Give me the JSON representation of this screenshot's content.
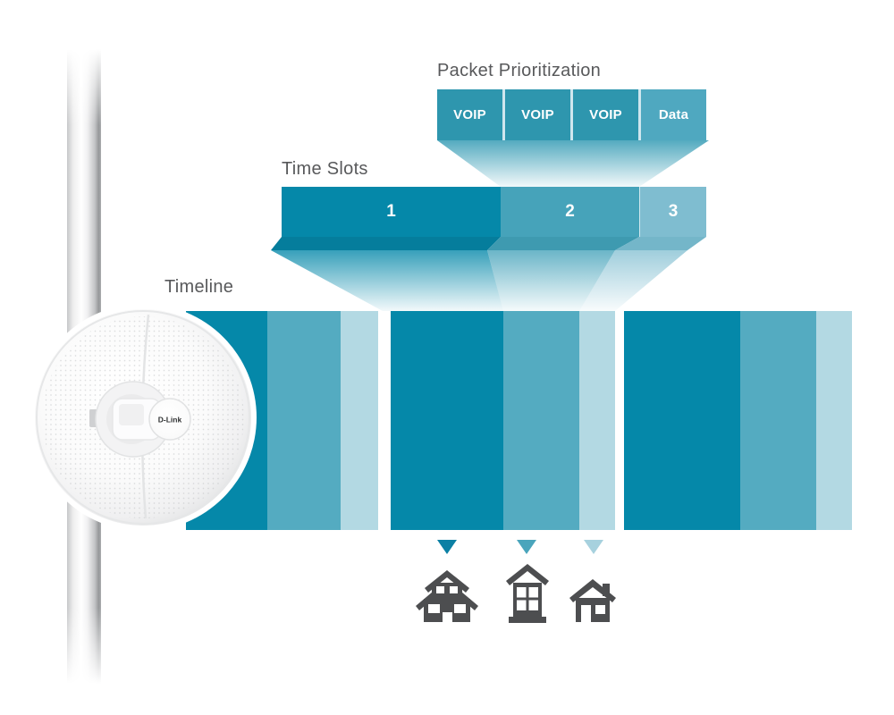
{
  "labels": {
    "packet_prioritization": "Packet Prioritization",
    "time_slots": "Time Slots",
    "timeline": "Timeline"
  },
  "packet_boxes": [
    {
      "label": "VOIP",
      "kind": "voip"
    },
    {
      "label": "VOIP",
      "kind": "voip"
    },
    {
      "label": "VOIP",
      "kind": "voip"
    },
    {
      "label": "Data",
      "kind": "data"
    }
  ],
  "time_slots": [
    {
      "label": "1",
      "shade": "dark"
    },
    {
      "label": "2",
      "shade": "medium"
    },
    {
      "label": "3",
      "shade": "light"
    }
  ],
  "timeline": {
    "groups": [
      {
        "segments": [
          "dark",
          "medium",
          "light"
        ]
      },
      {
        "segments": [
          "dark",
          "medium",
          "light"
        ]
      },
      {
        "segments": [
          "dark",
          "medium",
          "light"
        ]
      }
    ]
  },
  "destinations": [
    {
      "icon": "large-building-icon",
      "arrow_shade": "dark"
    },
    {
      "icon": "medium-house-icon",
      "arrow_shade": "medium"
    },
    {
      "icon": "small-house-icon",
      "arrow_shade": "light"
    }
  ],
  "device": {
    "brand": "D-Link"
  },
  "colors": {
    "teal_dark": "#0588a9",
    "teal_medium": "#54abc1",
    "teal_light": "#b3d9e3",
    "slot_2": "#46a3ba",
    "slot_3": "#7fbdd0",
    "voip_box": "#2e96ae",
    "data_box": "#4fa8c0",
    "label_gray": "#58595b",
    "house_gray": "#4d4e50",
    "arrow_dark": "#0b80a4",
    "arrow_medium": "#4aa5bc",
    "arrow_light": "#a7d1de"
  }
}
